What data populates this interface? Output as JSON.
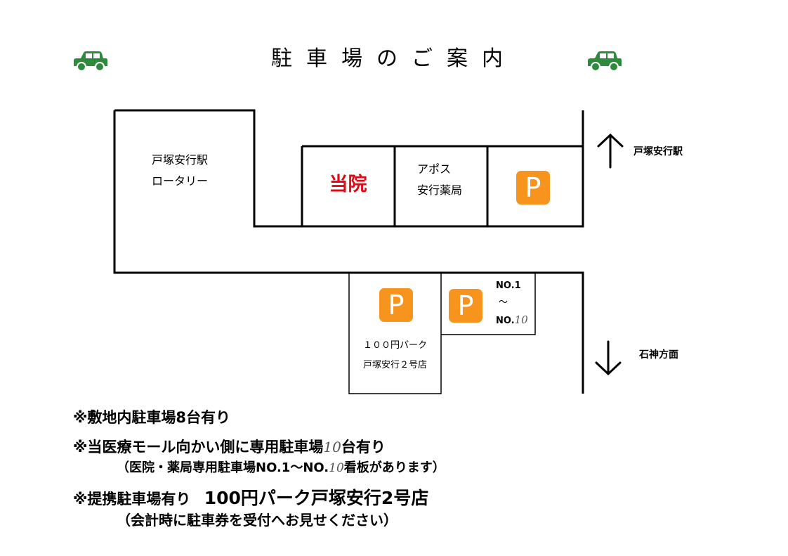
{
  "title": "駐車場のご案内",
  "icons": {
    "car": "car-icon",
    "parking": "parking-icon",
    "arrow_up": "arrow-up-icon",
    "arrow_down": "arrow-down-icon"
  },
  "colors": {
    "car": "#2e8b3e",
    "parking": "#f7941d",
    "hospital": "#e30613"
  },
  "map": {
    "rotary": [
      "戸塚安行駅",
      "ロータリー"
    ],
    "hospital": "当院",
    "pharmacy": [
      "アポス",
      "安行薬局"
    ],
    "parking_letter": "P",
    "north_label": "戸塚安行駅",
    "south_label": "石神方面",
    "coin_parking": [
      "１００円パーク",
      "戸塚安行２号店"
    ],
    "numbered_parking": {
      "from": "NO.1",
      "tilde": "～",
      "to_prefix": "NO.",
      "to_num": "10"
    }
  },
  "notes": {
    "line1": "※敷地内駐車場8台有り",
    "line2_prefix": "※当医療モール向かい側に専用駐車場",
    "line2_num": "10",
    "line2_suffix": "台有り",
    "line3_prefix": "（医院・薬局専用駐車場NO.1～NO.",
    "line3_num": "10",
    "line3_suffix": "看板があります）",
    "line4_prefix": "※提携駐車場有り",
    "line4_name": "100円パーク戸塚安行2号店",
    "line5": "（会計時に駐車券を受付へお見せください）"
  }
}
